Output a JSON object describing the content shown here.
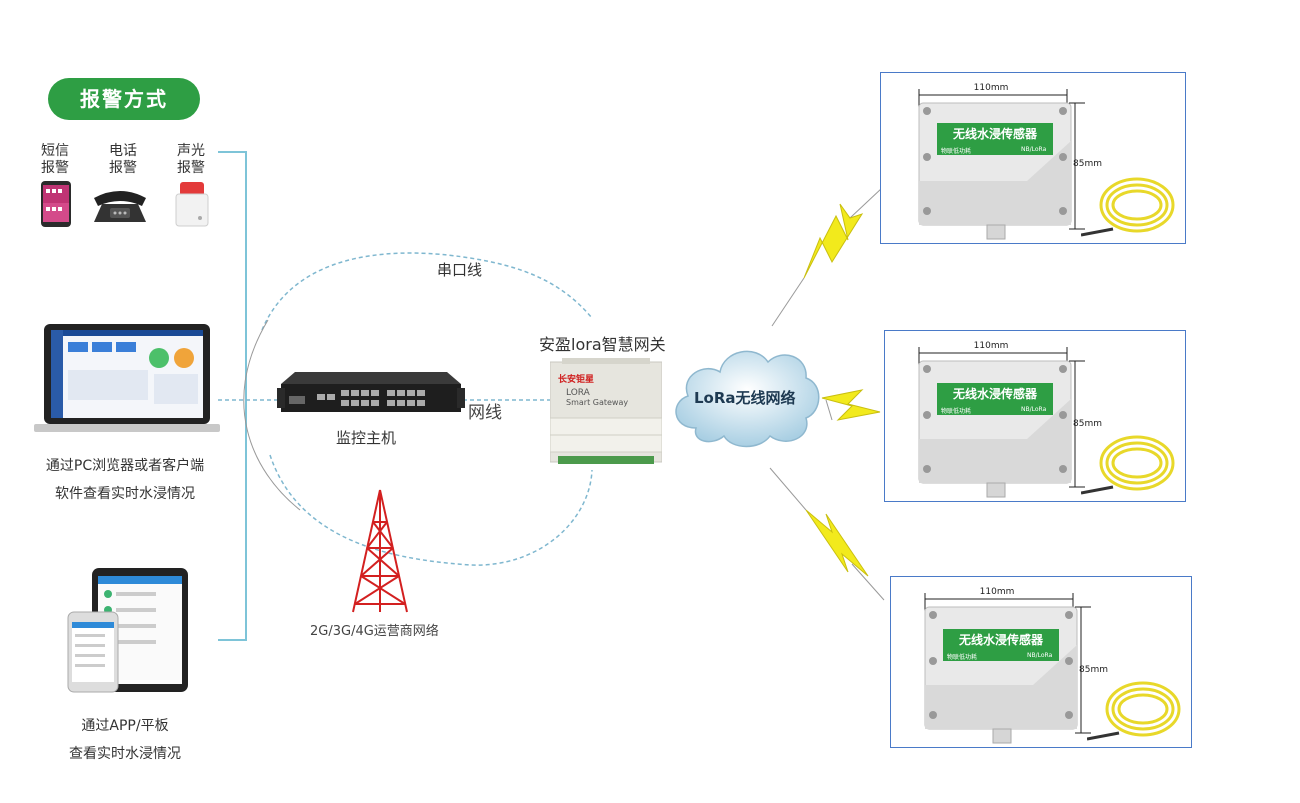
{
  "alarm": {
    "title": "报警方式",
    "sms": [
      "短信",
      "报警"
    ],
    "phone": [
      "电话",
      "报警"
    ],
    "light": [
      "声光",
      "报警"
    ]
  },
  "pc": {
    "line1": "通过PC浏览器或者客户端",
    "line2": "软件查看实时水浸情况"
  },
  "app": {
    "line1": "通过APP/平板",
    "line2": "查看实时水浸情况"
  },
  "links": {
    "serial": "串口线",
    "network": "网线",
    "carrier": "2G/3G/4G运营商网络"
  },
  "host": {
    "label": "监控主机"
  },
  "gateway": {
    "label": "安盈lora智慧网关",
    "brand": "长安钜星",
    "model": "LORA",
    "subtitle": "Smart Gateway"
  },
  "cloud": {
    "label": "LoRa无线网络"
  },
  "sensors": [
    {
      "name": "无线水浸传感器",
      "brand": "物联低功耗",
      "tag": "NB/LoRa",
      "width": "110mm",
      "height": "85mm"
    },
    {
      "name": "无线水浸传感器",
      "brand": "物联低功耗",
      "tag": "NB/LoRa",
      "width": "110mm",
      "height": "85mm"
    },
    {
      "name": "无线水浸传感器",
      "brand": "物联低功耗",
      "tag": "NB/LoRa",
      "width": "110mm",
      "height": "85mm"
    }
  ],
  "colors": {
    "green": "#2e9e44",
    "dash": "#7fb7cf",
    "bracket": "#7ec4d8",
    "bolt": "#f2ea1c",
    "frame": "#4a7ac8"
  }
}
